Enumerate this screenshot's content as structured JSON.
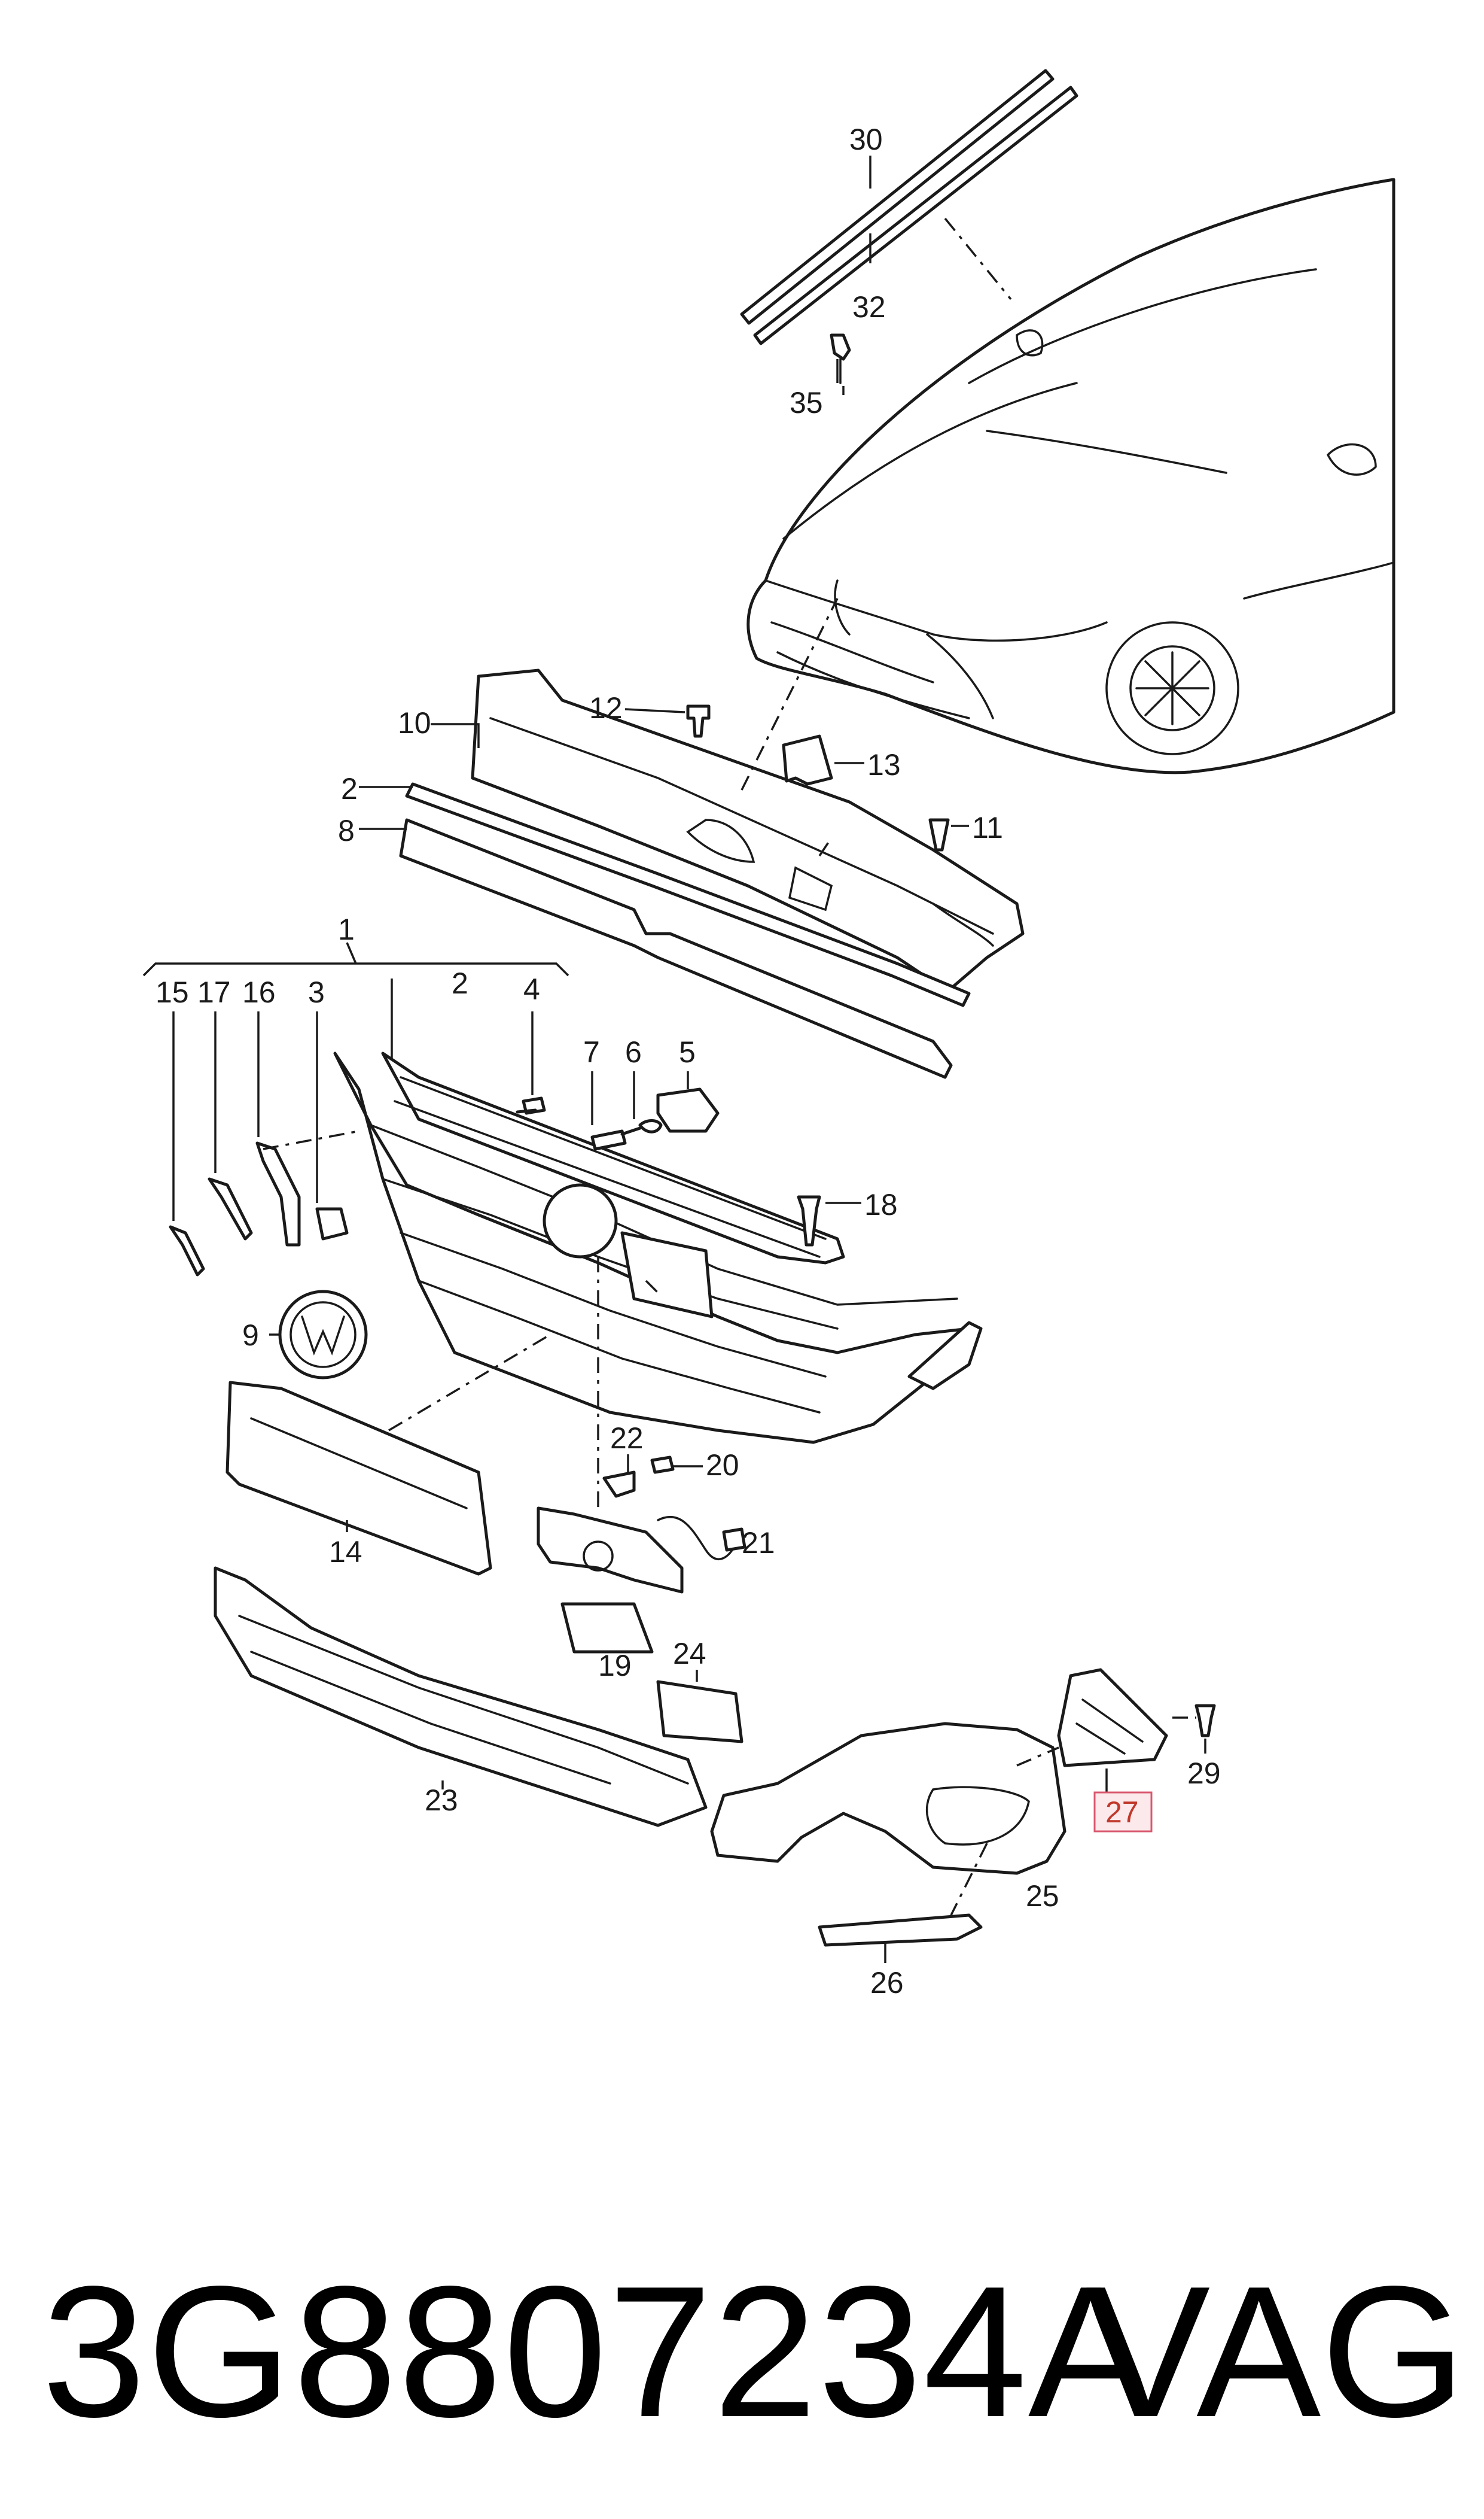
{
  "diagram": {
    "labels": {
      "c1": "1",
      "c2": "2",
      "c2b": "2",
      "c3": "3",
      "c4": "4",
      "c5": "5",
      "c6": "6",
      "c7": "7",
      "c8": "8",
      "c9": "9",
      "c10": "10",
      "c11": "11",
      "c12": "12",
      "c13": "13",
      "c14": "14",
      "c15": "15",
      "c16": "16",
      "c17": "17",
      "c18": "18",
      "c19": "19",
      "c20": "20",
      "c21": "21",
      "c22": "22",
      "c23": "23",
      "c24": "24",
      "c25": "25",
      "c26": "26",
      "c27": "27",
      "c29": "29",
      "c30": "30",
      "c32": "32",
      "c35": "35"
    },
    "highlighted_callout": "27",
    "colors": {
      "line": "#1a1a1a",
      "highlight": "#d9586e"
    }
  },
  "footer": {
    "part_number": "3G8807234A",
    "brand": "VAG"
  }
}
